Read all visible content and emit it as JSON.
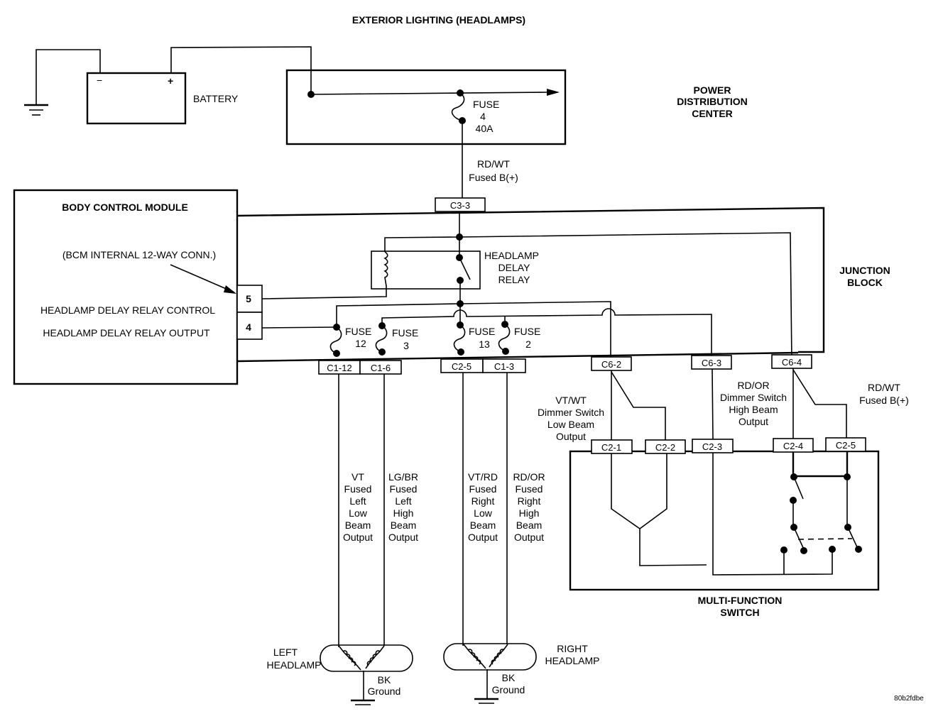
{
  "title": "EXTERIOR LIGHTING (HEADLAMPS)",
  "battery": {
    "label": "BATTERY",
    "neg": "−",
    "pos": "+"
  },
  "pdc": {
    "label": [
      "POWER",
      "DISTRIBUTION",
      "CENTER"
    ],
    "fuse": [
      "FUSE",
      "4",
      "40A"
    ]
  },
  "feed_wire": [
    "RD/WT",
    "Fused B(+)"
  ],
  "bcm": {
    "label": "BODY CONTROL MODULE",
    "note": "(BCM INTERNAL 12-WAY CONN.)",
    "pins": [
      "5",
      "4"
    ],
    "pin_labels": [
      "HEADLAMP DELAY RELAY CONTROL",
      "HEADLAMP DELAY RELAY OUTPUT"
    ]
  },
  "junction_block": {
    "label": [
      "JUNCTION",
      "BLOCK"
    ],
    "relay": [
      "HEADLAMP",
      "DELAY",
      "RELAY"
    ],
    "fuses": [
      {
        "name": "FUSE",
        "num": "12"
      },
      {
        "name": "FUSE",
        "num": "3"
      },
      {
        "name": "FUSE",
        "num": "13"
      },
      {
        "name": "FUSE",
        "num": "2"
      }
    ],
    "connectors": {
      "c3_3": "C3-3",
      "c1_12": "C1-12",
      "c1_6": "C1-6",
      "c2_5": "C2-5",
      "c1_3": "C1-3",
      "c6_2": "C6-2",
      "c6_3": "C6-3",
      "c6_4": "C6-4"
    }
  },
  "wires": {
    "low_dimmer": [
      "VT/WT",
      "Dimmer Switch",
      "Low Beam",
      "Output"
    ],
    "high_dimmer": [
      "RD/OR",
      "Dimmer Switch",
      "High Beam",
      "Output"
    ],
    "fused_b": [
      "RD/WT",
      "Fused B(+)"
    ],
    "left_low": [
      "VT",
      "Fused",
      "Left",
      "Low",
      "Beam",
      "Output"
    ],
    "left_high": [
      "LG/BR",
      "Fused",
      "Left",
      "High",
      "Beam",
      "Output"
    ],
    "right_low": [
      "VT/RD",
      "Fused",
      "Right",
      "Low",
      "Beam",
      "Output"
    ],
    "right_high": [
      "RD/OR",
      "Fused",
      "Right",
      "High",
      "Beam",
      "Output"
    ]
  },
  "mfs": {
    "label": [
      "MULTI-FUNCTION",
      "SWITCH"
    ],
    "connectors": [
      "C2-1",
      "C2-2",
      "C2-3",
      "C2-4",
      "C2-5"
    ]
  },
  "headlamps": {
    "left": [
      "LEFT",
      "HEADLAMP"
    ],
    "right": [
      "RIGHT",
      "HEADLAMP"
    ],
    "ground": [
      "BK",
      "Ground"
    ]
  },
  "figure_id": "80b2fdbe"
}
